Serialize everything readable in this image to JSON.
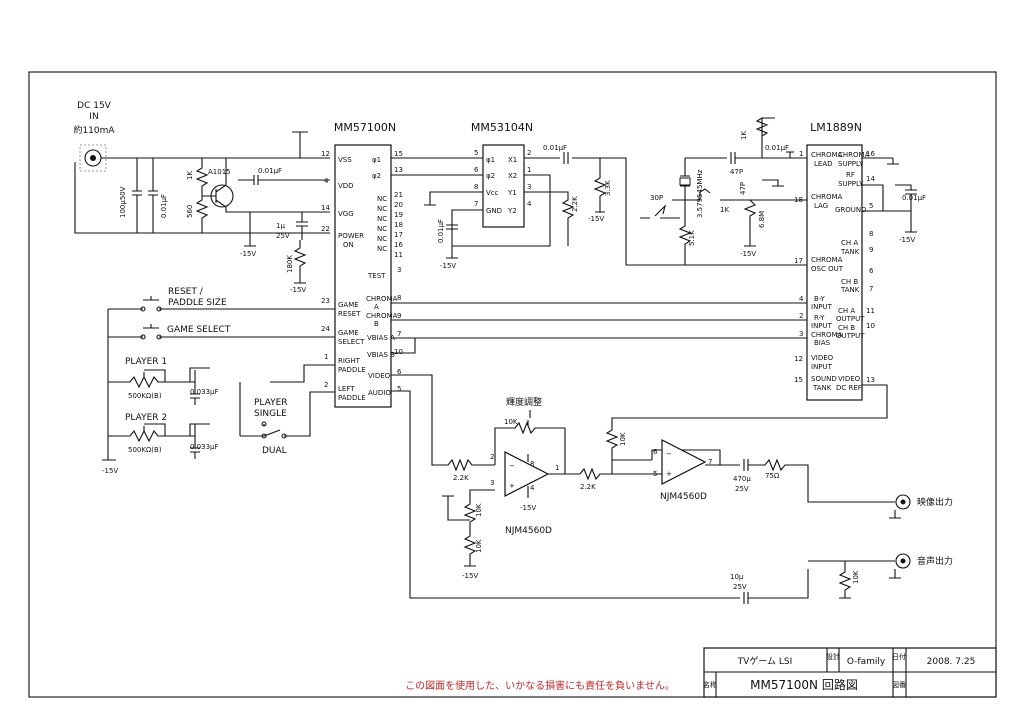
{
  "power_input": {
    "line1": "DC 15V",
    "line2": "IN",
    "line3": "約110mA"
  },
  "ics": {
    "mm57100n": {
      "name": "MM57100N",
      "left_pins": [
        "VSS",
        "VDD",
        "VGG",
        "POWER",
        "ON",
        "GAME",
        "RESET",
        "GAME",
        "SELECT",
        "RIGHT",
        "PADDLE",
        "LEFT",
        "PADDLE"
      ],
      "right_pins": [
        "φ1",
        "φ2",
        "NC",
        "NC",
        "NC",
        "NC",
        "NC",
        "NC",
        "TEST",
        "CHROMA",
        "A",
        "CHROMA",
        "B",
        "VBIAS A",
        "VBIAS B",
        "VIDEO",
        "AUDIO"
      ],
      "pin_numbers": [
        "12",
        "4",
        "14",
        "22",
        "23",
        "24",
        "1",
        "2",
        "15",
        "13",
        "21",
        "20",
        "19",
        "18",
        "17",
        "16",
        "11",
        "3",
        "8",
        "9",
        "7",
        "10",
        "6",
        "5"
      ]
    },
    "mm53104n": {
      "name": "MM53104N",
      "pins": [
        "φ1",
        "φ2",
        "Vcc",
        "GND",
        "X1",
        "X2",
        "Y1",
        "Y2"
      ],
      "pin_numbers": [
        "5",
        "6",
        "8",
        "7",
        "2",
        "1",
        "3",
        "4"
      ]
    },
    "lm1889n": {
      "name": "LM1889N",
      "left_pins": [
        "CHROMA",
        "LEAD",
        "CHROMA",
        "LAG",
        "CHROMA",
        "OSC OUT",
        "R-Y",
        "INPUT",
        "B-Y",
        "INPUT",
        "CHROMA",
        "BIAS",
        "VIDEO",
        "INPUT",
        "SOUND",
        "TANK"
      ],
      "right_pins": [
        "CHROMA",
        "SUPPLY",
        "RF",
        "SUPPLY",
        "GROUND",
        "CH A",
        "TANK",
        "CH B",
        "TANK",
        "CH A",
        "OUTPUT",
        "CH B",
        "OUTPUT",
        "VIDEO",
        "DC REF"
      ],
      "pin_numbers": [
        "1",
        "18",
        "17",
        "4",
        "2",
        "3",
        "12",
        "15",
        "16",
        "14",
        "5",
        "8",
        "9",
        "6",
        "7",
        "11",
        "10",
        "13"
      ]
    }
  },
  "components": {
    "r_1k_a": "1K",
    "r_560": "560",
    "tr": "A1015",
    "c_001_a": "0.01μF",
    "c_100": "100μ50V",
    "c_001_b": "0.01μF",
    "c_1u": "1μ",
    "c_1u_v": "25V",
    "r_180k": "180K",
    "c_001_c": "0.01μF",
    "c_001_d": "0.01μF",
    "r_22k_a": "2.2K",
    "r_33k": "3.3K",
    "c_30p": "30P",
    "xtal": "3.579545MHz",
    "r_51k": "5.1K",
    "r_1k_b": "1K",
    "c_47p_a": "47P",
    "c_47p_b": "47P",
    "r_68m": "6.8M",
    "r_1k_c": "1K",
    "c_001_e": "0.01μF",
    "c_001_f": "0.01μF",
    "vr_p1": "500KΩ(B)",
    "c_p1": "0.033μF",
    "vr_p2": "500KΩ(B)",
    "c_p2": "0.033μF",
    "r_22k_b": "2.2K",
    "r_10k_a": "10K",
    "r_10k_b": "10K",
    "vr_bright": "10K",
    "r_22k_c": "2.2K",
    "r_10k_c": "10K",
    "c_470": "470μ",
    "c_470_v": "25V",
    "r_75": "75Ω",
    "c_10": "10μ",
    "c_10_v": "25V",
    "r_10k_d": "10K"
  },
  "labels": {
    "minus15": "-15V",
    "reset_a": "RESET /",
    "reset_b": "PADDLE SIZE",
    "game_select": "GAME SELECT",
    "player1": "PLAYER 1",
    "player2": "PLAYER 2",
    "player_a": "PLAYER",
    "single": "SINGLE",
    "dual": "DUAL",
    "brightness": "輝度調整",
    "opamp1": "NJM4560D",
    "opamp2": "NJM4560D",
    "video_out": "映像出力",
    "audio_out": "音声出力",
    "op1_pins": [
      "2",
      "3",
      "8",
      "4",
      "1"
    ],
    "op2_pins": [
      "6",
      "5",
      "7"
    ]
  },
  "title_block": {
    "project": "TVゲーム LSI",
    "design_lbl": "設計",
    "designer": "O-family",
    "date_lbl": "日付",
    "date": "2008. 7.25",
    "name_lbl": "名称",
    "drawing_name": "MM57100N 回路図",
    "dwg_lbl": "図番"
  },
  "disclaimer": "この図面を使用した、いかなる損害にも責任を負いません。"
}
